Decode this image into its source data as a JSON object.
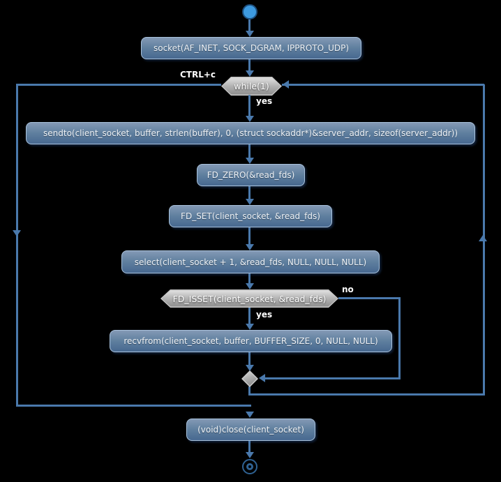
{
  "diagram": {
    "type": "activity-flowchart",
    "description": "UDP client socket loop activity diagram on black background",
    "colors": {
      "background": "#000000",
      "arrow": "#4a79ac",
      "node_border": "#a9c2dc",
      "node_fill_top": "#8399b5",
      "node_fill_bottom": "#476890",
      "node_text": "#eef2f7",
      "decision_fill_top": "#dedede",
      "decision_fill_bottom": "#8d8d8d",
      "start_node_fill": "#3d9ae0",
      "start_node_border": "#1d4e7d",
      "end_node_stroke": "#2f6293",
      "edge_label_text": "#ffffff"
    },
    "nodes": {
      "start": "start",
      "socket": "socket(AF_INET, SOCK_DGRAM, IPPROTO_UDP)",
      "while_loop": "while(1)",
      "sendto": "sendto(client_socket, buffer, strlen(buffer), 0, (struct sockaddr*)&server_addr, sizeof(server_addr))",
      "fd_zero": "FD_ZERO(&read_fds)",
      "fd_set": "FD_SET(client_socket, &read_fds)",
      "select": "select(client_socket + 1, &read_fds, NULL, NULL, NULL)",
      "fd_isset": "FD_ISSET(client_socket, &read_fds)",
      "recvfrom": "recvfrom(client_socket, buffer, BUFFER_SIZE, 0, NULL, NULL)",
      "close": "(void)close(client_socket)",
      "end": "end"
    },
    "edge_labels": {
      "ctrl_c": "CTRL+c",
      "while_yes": "yes",
      "isset_no": "no",
      "isset_yes": "yes"
    }
  }
}
